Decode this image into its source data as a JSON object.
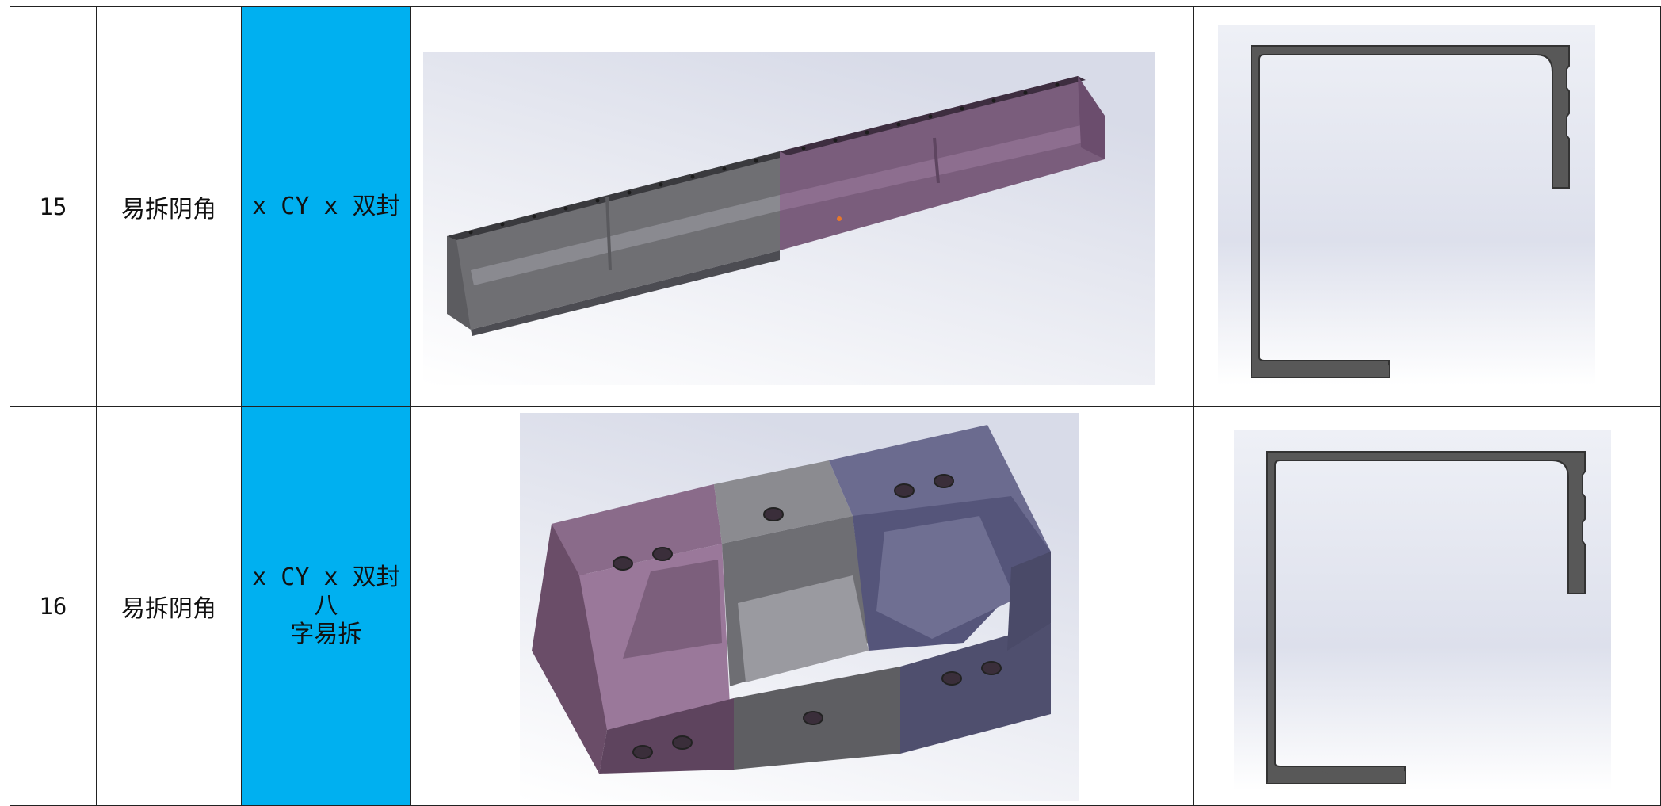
{
  "rows": [
    {
      "number": "15",
      "name": "易拆阴角",
      "model": "x CY x 双封",
      "render_image": "3d-render-long-corner-profile",
      "profile_image": "cross-section-profile"
    },
    {
      "number": "16",
      "name": "易拆阴角",
      "model_line1": "x CY x 双封八",
      "model_line2": "字易拆",
      "render_image": "3d-render-short-corner-block",
      "profile_image": "cross-section-profile"
    }
  ],
  "colors": {
    "model_cell_bg": "#00b0f0",
    "profile_fill": "#585858",
    "render_purple": "#7a5d7c",
    "render_grey": "#7b7b80",
    "render_blue": "#6a6a8e"
  }
}
